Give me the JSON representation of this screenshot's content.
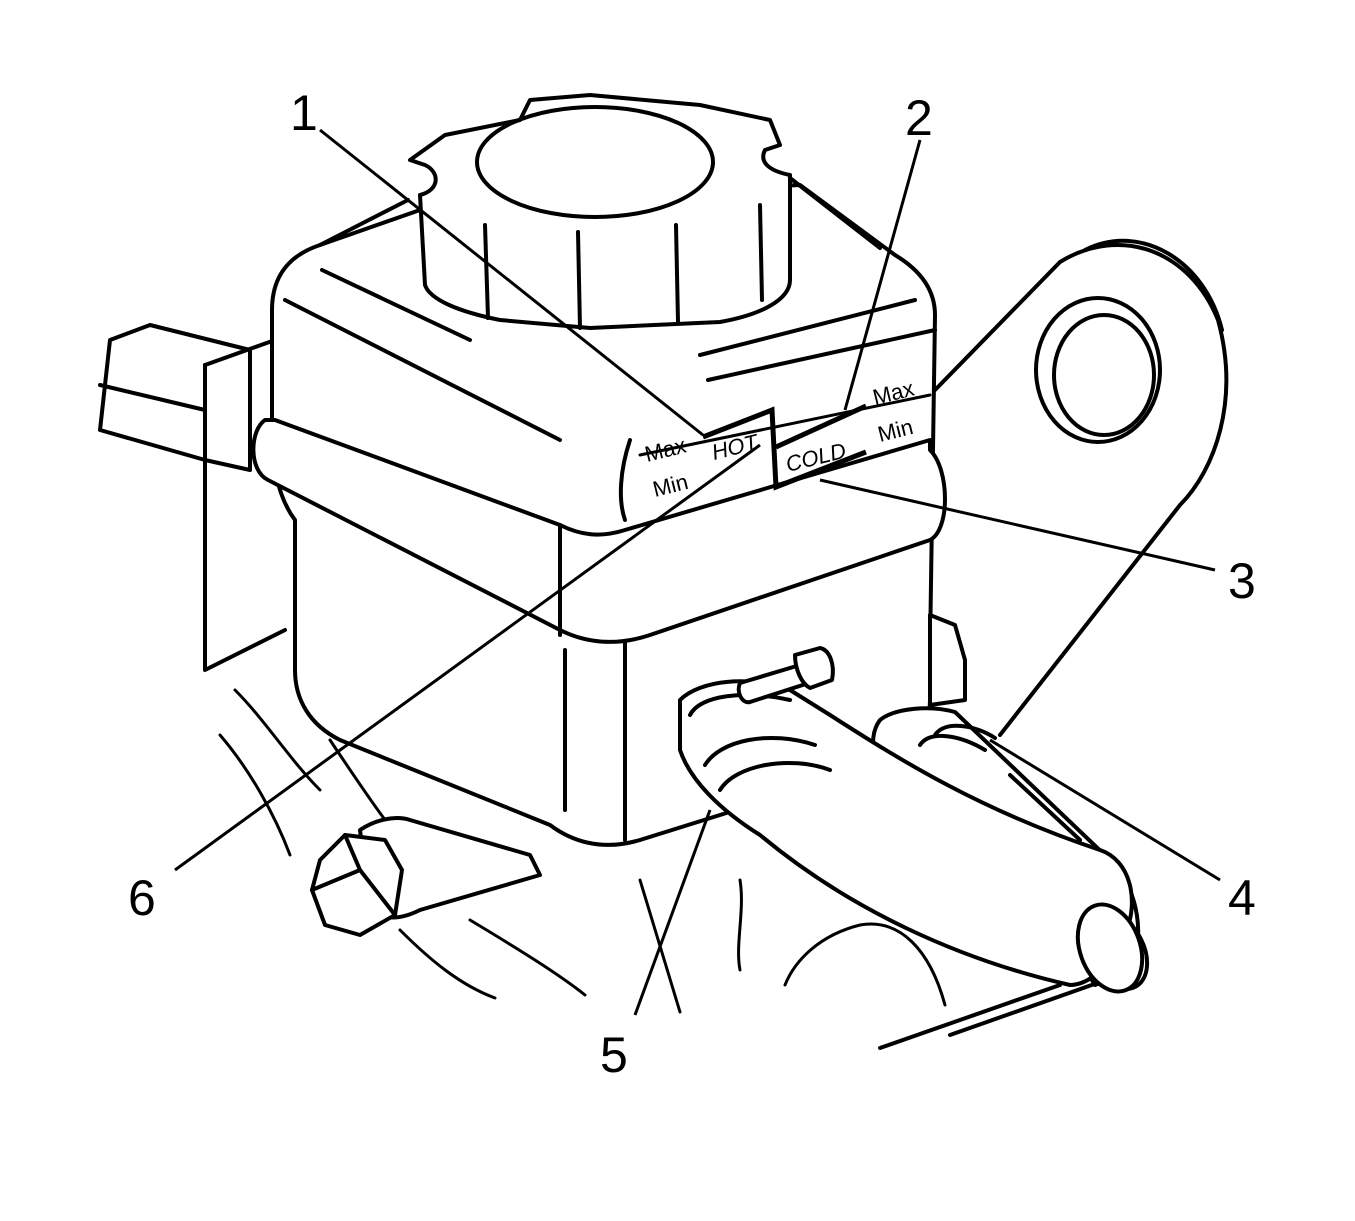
{
  "callouts": [
    {
      "id": "1",
      "label": "1"
    },
    {
      "id": "2",
      "label": "2"
    },
    {
      "id": "3",
      "label": "3"
    },
    {
      "id": "4",
      "label": "4"
    },
    {
      "id": "5",
      "label": "5"
    },
    {
      "id": "6",
      "label": "6"
    }
  ],
  "level_marks": {
    "hot": {
      "label": "HOT",
      "max": "Max",
      "min": "Min"
    },
    "cold": {
      "label": "COLD",
      "max": "Max",
      "min": "Min"
    }
  }
}
